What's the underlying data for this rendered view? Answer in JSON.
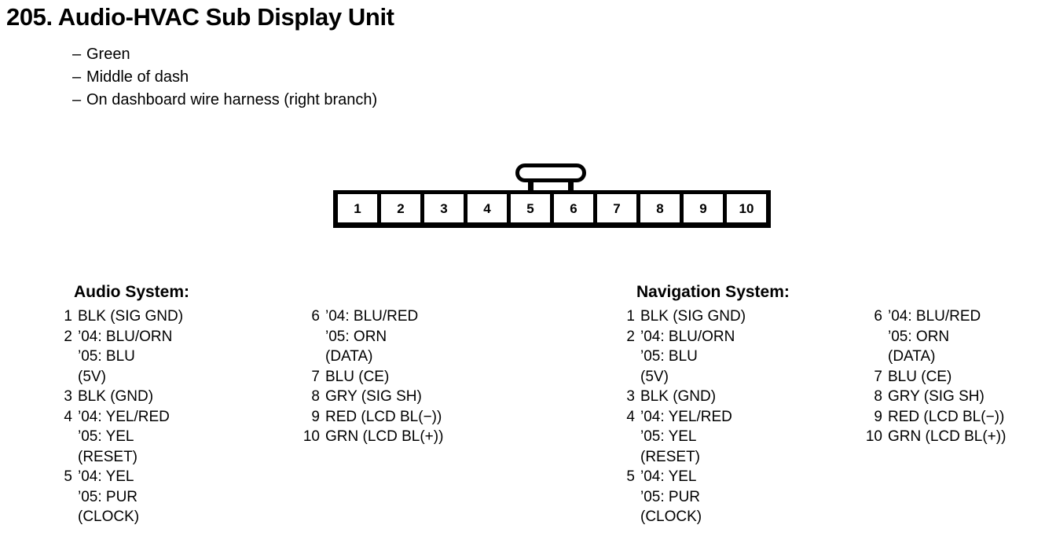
{
  "title": "205. Audio-HVAC Sub Display Unit",
  "notes": {
    "dash": "–",
    "items": [
      "Green",
      "Middle of dash",
      "On dashboard wire harness (right branch)"
    ]
  },
  "connector": {
    "pin_count": 10,
    "pins": [
      "1",
      "2",
      "3",
      "4",
      "5",
      "6",
      "7",
      "8",
      "9",
      "10"
    ],
    "latch_position": "above pins 5-6"
  },
  "systems": [
    {
      "heading": "Audio System:",
      "left_column": [
        {
          "num": "1",
          "lines": [
            "BLK (SIG GND)"
          ]
        },
        {
          "num": "2",
          "lines": [
            "’04: BLU/ORN",
            "’05: BLU",
            "(5V)"
          ]
        },
        {
          "num": "3",
          "lines": [
            "BLK (GND)"
          ]
        },
        {
          "num": "4",
          "lines": [
            "’04: YEL/RED",
            "’05: YEL",
            "(RESET)"
          ]
        },
        {
          "num": "5",
          "lines": [
            "’04: YEL",
            "’05: PUR",
            "(CLOCK)"
          ]
        }
      ],
      "right_column": [
        {
          "num": "6",
          "lines": [
            "’04: BLU/RED",
            "’05: ORN",
            "(DATA)"
          ]
        },
        {
          "num": "7",
          "lines": [
            "BLU (CE)"
          ]
        },
        {
          "num": "8",
          "lines": [
            "GRY (SIG SH)"
          ]
        },
        {
          "num": "9",
          "lines": [
            "RED (LCD BL(−))"
          ]
        },
        {
          "num": "10",
          "lines": [
            "GRN (LCD BL(+))"
          ]
        }
      ]
    },
    {
      "heading": "Navigation System:",
      "left_column": [
        {
          "num": "1",
          "lines": [
            "BLK (SIG GND)"
          ]
        },
        {
          "num": "2",
          "lines": [
            "’04: BLU/ORN",
            "’05: BLU",
            "(5V)"
          ]
        },
        {
          "num": "3",
          "lines": [
            "BLK (GND)"
          ]
        },
        {
          "num": "4",
          "lines": [
            "’04: YEL/RED",
            "’05: YEL",
            "(RESET)"
          ]
        },
        {
          "num": "5",
          "lines": [
            "’04: YEL",
            "’05: PUR",
            "(CLOCK)"
          ]
        }
      ],
      "right_column": [
        {
          "num": "6",
          "lines": [
            "’04: BLU/RED",
            "’05: ORN",
            "(DATA)"
          ]
        },
        {
          "num": "7",
          "lines": [
            "BLU (CE)"
          ]
        },
        {
          "num": "8",
          "lines": [
            "GRY (SIG SH)"
          ]
        },
        {
          "num": "9",
          "lines": [
            "RED (LCD BL(−))"
          ]
        },
        {
          "num": "10",
          "lines": [
            "GRN (LCD BL(+))"
          ]
        }
      ]
    }
  ]
}
